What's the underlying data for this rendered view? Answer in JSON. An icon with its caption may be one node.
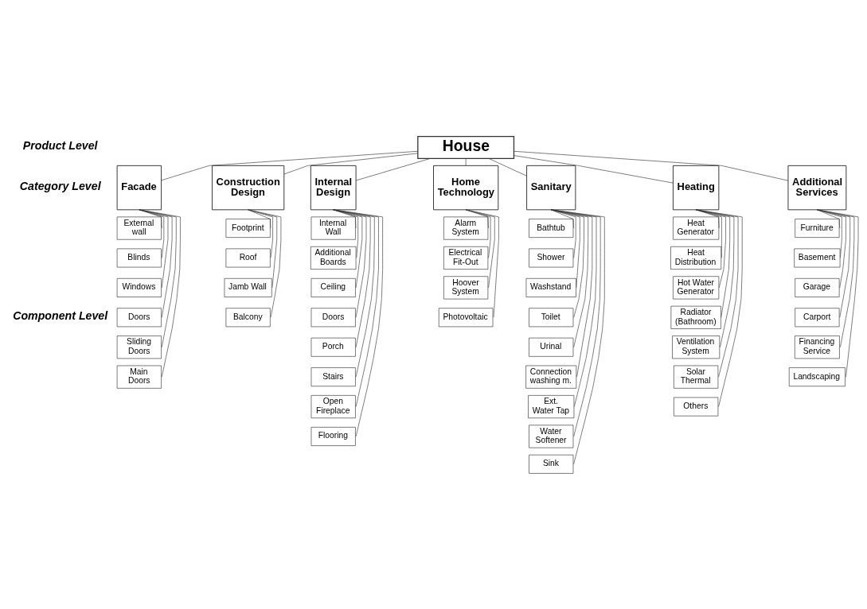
{
  "diagram": {
    "nodes": [
      {
        "text": [
          "House"
        ]
      },
      {
        "text": [
          "Facade"
        ]
      },
      {
        "text": [
          "Construction Design"
        ]
      },
      {
        "text": [
          "Internal Design"
        ]
      },
      {
        "text": [
          "Home Technology"
        ]
      },
      {
        "text": [
          "Sanitary"
        ]
      },
      {
        "text": [
          "Heating"
        ]
      },
      {
        "text": [
          "Additional Services"
        ]
      },
      {
        "text": [
          "External wall"
        ]
      },
      {
        "text": [
          "Blinds"
        ]
      },
      {
        "text": [
          "Windows"
        ]
      },
      {
        "text": [
          "Doors"
        ]
      },
      {
        "text": [
          "Sliding Doors"
        ]
      },
      {
        "text": [
          "Main Doors"
        ]
      },
      {
        "text": [
          "Footprint"
        ]
      },
      {
        "text": [
          "Roof"
        ]
      },
      {
        "text": [
          "Jamb Wall"
        ]
      },
      {
        "text": [
          "Balcony"
        ]
      },
      {
        "text": [
          "Internal Wall"
        ]
      },
      {
        "text": [
          "Additional Boards"
        ]
      },
      {
        "text": [
          "Ceiling"
        ]
      },
      {
        "text": [
          "Doors"
        ]
      },
      {
        "text": [
          "Porch"
        ]
      },
      {
        "text": [
          "Stairs"
        ]
      },
      {
        "text": [
          "Open Fireplace"
        ]
      },
      {
        "text": [
          "Flooring"
        ]
      },
      {
        "text": [
          "Alarm System"
        ]
      },
      {
        "text": [
          "Electrical Fit-Out"
        ]
      },
      {
        "text": [
          "Hoover System"
        ]
      },
      {
        "text": [
          "Photovoltaic"
        ]
      },
      {
        "text": [
          "Bathtub"
        ]
      },
      {
        "text": [
          "Shower"
        ]
      },
      {
        "text": [
          "Washstand"
        ]
      },
      {
        "text": [
          "Toilet"
        ]
      },
      {
        "text": [
          "Urinal"
        ]
      },
      {
        "text": [
          "Connection washing m."
        ]
      },
      {
        "text": [
          "Ext. Water Tap"
        ]
      },
      {
        "text": [
          "Water Softener"
        ]
      },
      {
        "text": [
          "Sink"
        ]
      },
      {
        "text": [
          "Heat Generator"
        ]
      },
      {
        "text": [
          "Heat Distribution"
        ]
      },
      {
        "text": [
          "Hot Water Generator"
        ]
      },
      {
        "text": [
          "Radiator (Bathroom)"
        ]
      },
      {
        "text": [
          "Ventilation System"
        ]
      },
      {
        "text": [
          "Solar Thermal"
        ]
      },
      {
        "text": [
          "Others"
        ]
      },
      {
        "text": [
          "Furniture"
        ]
      },
      {
        "text": [
          "Basement"
        ]
      },
      {
        "text": [
          "Garage"
        ]
      },
      {
        "text": [
          "Carport"
        ]
      },
      {
        "text": [
          "Financing Service"
        ]
      },
      {
        "text": [
          "Landscaping"
        ]
      }
    ],
    "edges": [
      {
        "from": 0,
        "to": 1,
        "arrow": "none"
      },
      {
        "from": 0,
        "to": 2,
        "arrow": "none"
      },
      {
        "from": 0,
        "to": 3,
        "arrow": "none"
      },
      {
        "from": 0,
        "to": 4,
        "arrow": "none"
      },
      {
        "from": 0,
        "to": 5,
        "arrow": "none"
      },
      {
        "from": 0,
        "to": 6,
        "arrow": "none"
      },
      {
        "from": 0,
        "to": 7,
        "arrow": "none"
      },
      {
        "from": 1,
        "to": 8,
        "arrow": "none"
      },
      {
        "from": 1,
        "to": 9,
        "arrow": "none"
      },
      {
        "from": 1,
        "to": 10,
        "arrow": "none"
      },
      {
        "from": 1,
        "to": 11,
        "arrow": "none"
      },
      {
        "from": 1,
        "to": 12,
        "arrow": "none"
      },
      {
        "from": 1,
        "to": 13,
        "arrow": "none"
      },
      {
        "from": 2,
        "to": 14,
        "arrow": "none"
      },
      {
        "from": 2,
        "to": 15,
        "arrow": "none"
      },
      {
        "from": 2,
        "to": 16,
        "arrow": "none"
      },
      {
        "from": 2,
        "to": 17,
        "arrow": "none"
      },
      {
        "from": 3,
        "to": 18,
        "arrow": "none"
      },
      {
        "from": 3,
        "to": 19,
        "arrow": "none"
      },
      {
        "from": 3,
        "to": 20,
        "arrow": "none"
      },
      {
        "from": 3,
        "to": 21,
        "arrow": "none"
      },
      {
        "from": 3,
        "to": 22,
        "arrow": "none"
      },
      {
        "from": 3,
        "to": 23,
        "arrow": "none"
      },
      {
        "from": 3,
        "to": 24,
        "arrow": "none"
      },
      {
        "from": 3,
        "to": 25,
        "arrow": "none"
      },
      {
        "from": 4,
        "to": 26,
        "arrow": "none"
      },
      {
        "from": 4,
        "to": 27,
        "arrow": "none"
      },
      {
        "from": 4,
        "to": 28,
        "arrow": "none"
      },
      {
        "from": 4,
        "to": 29,
        "arrow": "none"
      },
      {
        "from": 5,
        "to": 30,
        "arrow": "none"
      },
      {
        "from": 5,
        "to": 31,
        "arrow": "none"
      },
      {
        "from": 5,
        "to": 32,
        "arrow": "none"
      },
      {
        "from": 5,
        "to": 33,
        "arrow": "none"
      },
      {
        "from": 5,
        "to": 34,
        "arrow": "none"
      },
      {
        "from": 5,
        "to": 35,
        "arrow": "none"
      },
      {
        "from": 5,
        "to": 36,
        "arrow": "none"
      },
      {
        "from": 5,
        "to": 37,
        "arrow": "none"
      },
      {
        "from": 5,
        "to": 38,
        "arrow": "none"
      },
      {
        "from": 6,
        "to": 39,
        "arrow": "none"
      },
      {
        "from": 6,
        "to": 40,
        "arrow": "none"
      },
      {
        "from": 6,
        "to": 41,
        "arrow": "none"
      },
      {
        "from": 6,
        "to": 42,
        "arrow": "none"
      },
      {
        "from": 6,
        "to": 43,
        "arrow": "none"
      },
      {
        "from": 6,
        "to": 44,
        "arrow": "none"
      },
      {
        "from": 6,
        "to": 45,
        "arrow": "none"
      },
      {
        "from": 7,
        "to": 46,
        "arrow": "none"
      },
      {
        "from": 7,
        "to": 47,
        "arrow": "none"
      },
      {
        "from": 7,
        "to": 48,
        "arrow": "none"
      },
      {
        "from": 7,
        "to": 49,
        "arrow": "none"
      },
      {
        "from": 7,
        "to": 50,
        "arrow": "none"
      },
      {
        "from": 7,
        "to": 51,
        "arrow": "none"
      }
    ],
    "labels": [
      "Product Level",
      "Category Level",
      "Component Level"
    ]
  }
}
